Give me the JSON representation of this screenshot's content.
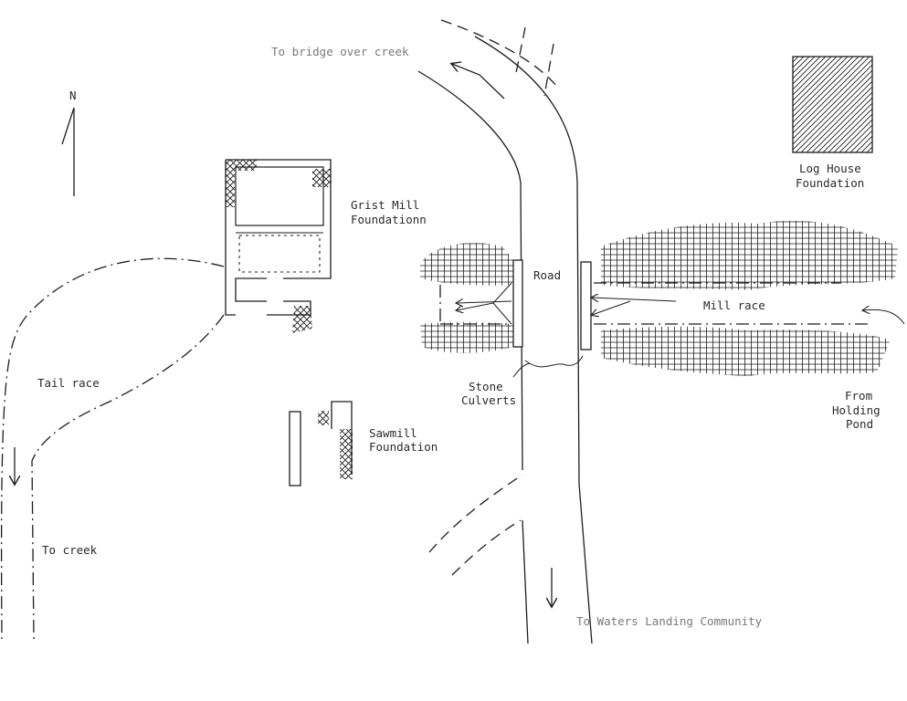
{
  "map": {
    "north_label": "N",
    "labels": {
      "bridge": "To bridge over creek",
      "log_house": [
        "Log House",
        "Foundation"
      ],
      "grist_mill": [
        "Grist Mill",
        "Foundationn"
      ],
      "road": "Road",
      "mill_race": "Mill race",
      "tail_race": "Tail race",
      "stone_culverts": [
        "Stone",
        "Culverts"
      ],
      "holding_pond": [
        "From",
        "Holding",
        "Pond"
      ],
      "sawmill": [
        "Sawmill",
        "Foundation"
      ],
      "to_creek": "To creek",
      "waters_landing": "To Waters Landing Community"
    },
    "colors": {
      "ink": "#1e1e1e",
      "faint_ink": "#7a7a7a",
      "paper": "#ffffff"
    }
  }
}
